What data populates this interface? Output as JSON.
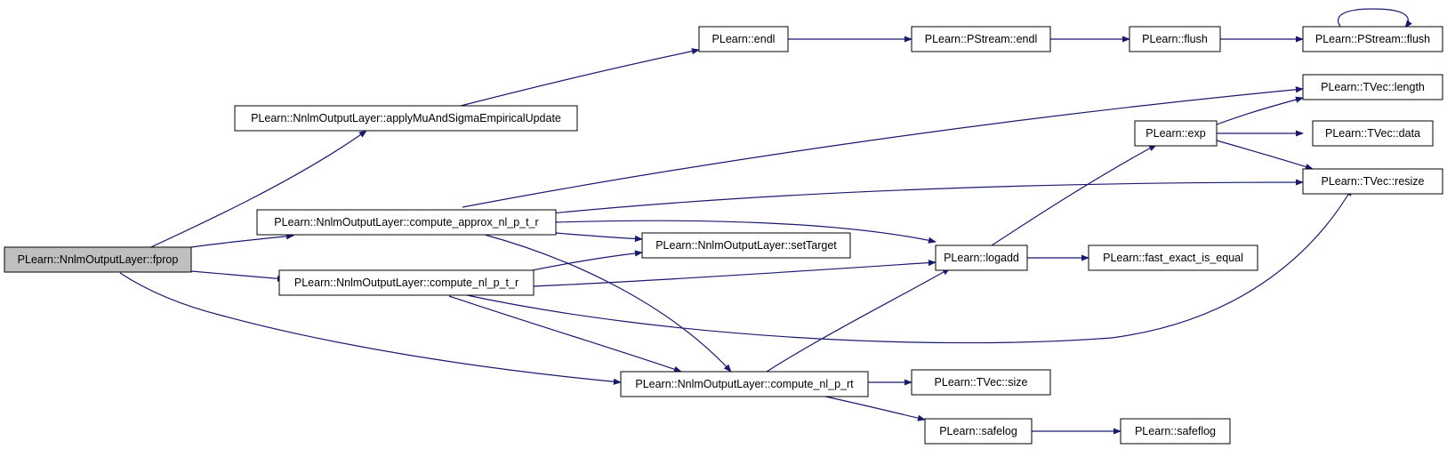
{
  "diagram": {
    "type": "call-graph",
    "nodes": [
      {
        "id": "fprop",
        "label": "PLearn::NnlmOutputLayer::fprop",
        "root": true
      },
      {
        "id": "applyMu",
        "label": "PLearn::NnlmOutputLayer::applyMuAndSigmaEmpiricalUpdate"
      },
      {
        "id": "approx",
        "label": "PLearn::NnlmOutputLayer::compute_approx_nl_p_t_r"
      },
      {
        "id": "nlptr",
        "label": "PLearn::NnlmOutputLayer::compute_nl_p_t_r"
      },
      {
        "id": "nlprt",
        "label": "PLearn::NnlmOutputLayer::compute_nl_p_rt"
      },
      {
        "id": "setTarget",
        "label": "PLearn::NnlmOutputLayer::setTarget"
      },
      {
        "id": "endl",
        "label": "PLearn::endl"
      },
      {
        "id": "pendl",
        "label": "PLearn::PStream::endl"
      },
      {
        "id": "flush",
        "label": "PLearn::flush"
      },
      {
        "id": "pflush",
        "label": "PLearn::PStream::flush"
      },
      {
        "id": "length",
        "label": "PLearn::TVec::length"
      },
      {
        "id": "exp",
        "label": "PLearn::exp"
      },
      {
        "id": "data",
        "label": "PLearn::TVec::data"
      },
      {
        "id": "resize",
        "label": "PLearn::TVec::resize"
      },
      {
        "id": "logadd",
        "label": "PLearn::logadd"
      },
      {
        "id": "fexact",
        "label": "PLearn::fast_exact_is_equal"
      },
      {
        "id": "size",
        "label": "PLearn::TVec::size"
      },
      {
        "id": "safelog1",
        "label": "PLearn::safelog"
      },
      {
        "id": "safelog2",
        "label": "PLearn::safeflog"
      }
    ],
    "edges": [
      {
        "from": "fprop",
        "to": "applyMu"
      },
      {
        "from": "fprop",
        "to": "approx"
      },
      {
        "from": "fprop",
        "to": "nlptr"
      },
      {
        "from": "fprop",
        "to": "nlprt"
      },
      {
        "from": "applyMu",
        "to": "endl"
      },
      {
        "from": "endl",
        "to": "pendl"
      },
      {
        "from": "pendl",
        "to": "flush"
      },
      {
        "from": "flush",
        "to": "pflush"
      },
      {
        "from": "pflush",
        "to": "pflush"
      },
      {
        "from": "approx",
        "to": "length"
      },
      {
        "from": "approx",
        "to": "resize"
      },
      {
        "from": "approx",
        "to": "logadd"
      },
      {
        "from": "approx",
        "to": "setTarget"
      },
      {
        "from": "approx",
        "to": "nlprt"
      },
      {
        "from": "nlptr",
        "to": "setTarget"
      },
      {
        "from": "nlptr",
        "to": "logadd"
      },
      {
        "from": "nlptr",
        "to": "resize"
      },
      {
        "from": "nlptr",
        "to": "nlprt"
      },
      {
        "from": "nlprt",
        "to": "logadd"
      },
      {
        "from": "nlprt",
        "to": "size"
      },
      {
        "from": "nlprt",
        "to": "safelog1"
      },
      {
        "from": "logadd",
        "to": "exp"
      },
      {
        "from": "logadd",
        "to": "fexact"
      },
      {
        "from": "exp",
        "to": "length"
      },
      {
        "from": "exp",
        "to": "data"
      },
      {
        "from": "exp",
        "to": "resize"
      },
      {
        "from": "safelog1",
        "to": "safelog2"
      }
    ],
    "colors": {
      "edge": "#191970",
      "node_border": "#000000",
      "node_fill": "#ffffff",
      "root_fill": "#bfbfbf",
      "text": "#000000"
    }
  }
}
